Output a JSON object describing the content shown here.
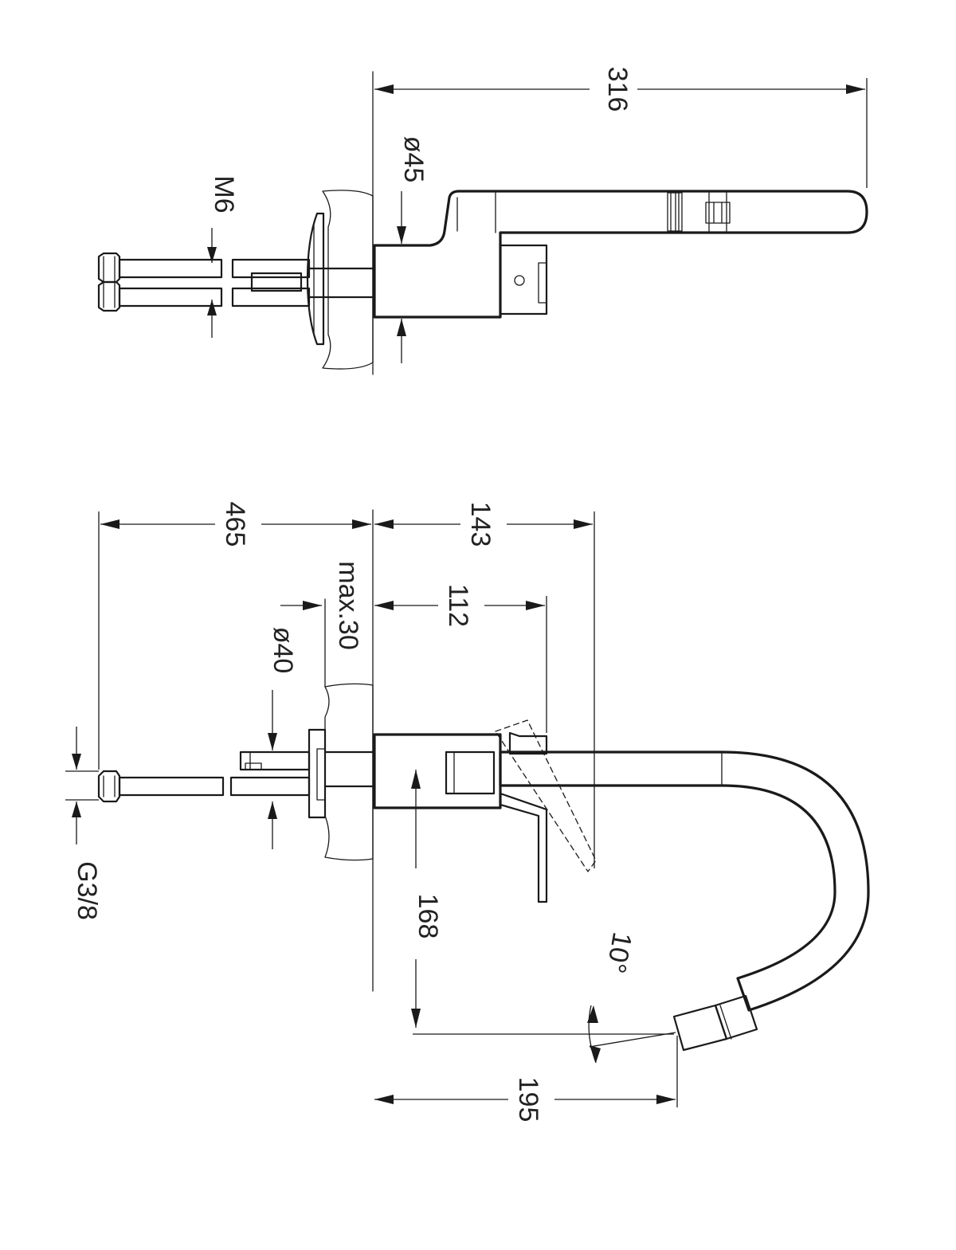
{
  "top_view": {
    "dimensions": {
      "length": "316",
      "diameter": "ø45",
      "thread": "M6"
    }
  },
  "side_view": {
    "dimensions": {
      "hose_length": "465",
      "overall_depth": "143",
      "max_thickness": "max.30",
      "body_depth": "112",
      "hole_diameter": "ø40",
      "spout_height": "168",
      "spout_reach": "195",
      "tilt_angle": "10°",
      "connection": "G3/8"
    }
  }
}
